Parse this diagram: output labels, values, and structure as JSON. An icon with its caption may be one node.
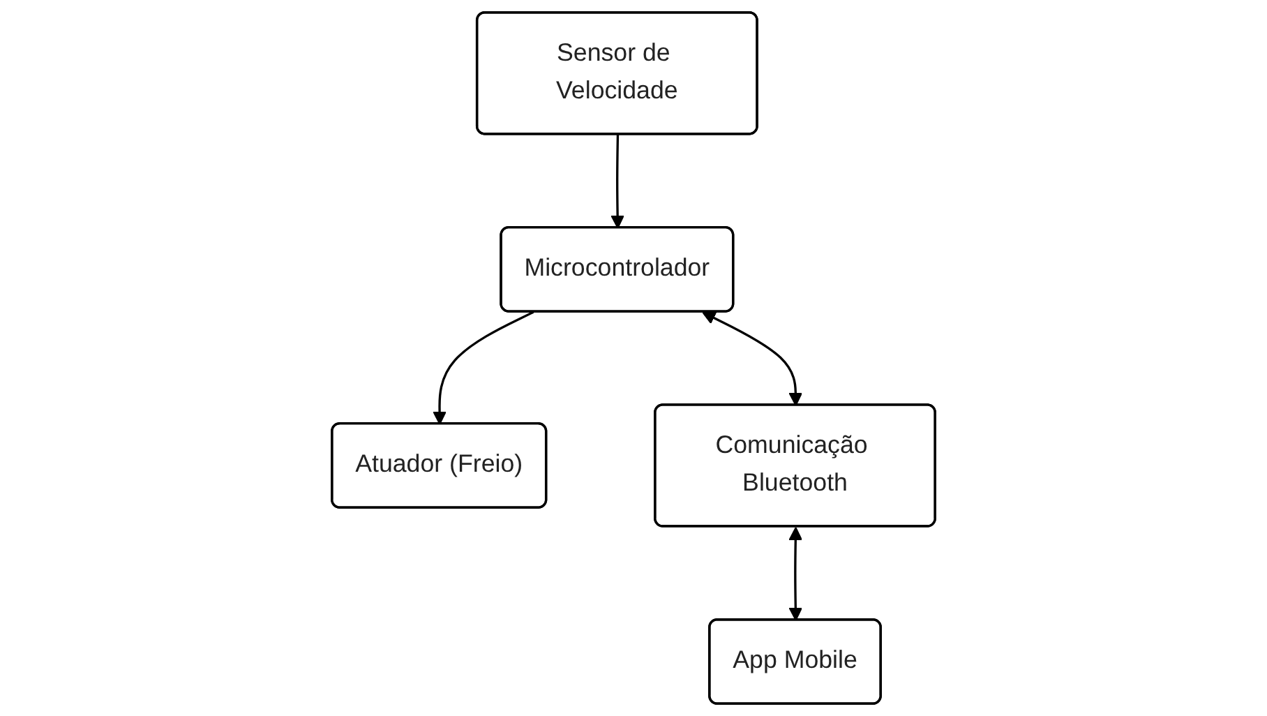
{
  "diagram": {
    "nodes": [
      {
        "text": [
          "Sensor de Velocidade"
        ]
      },
      {
        "text": [
          "Microcontrolador"
        ]
      },
      {
        "text": [
          "Atuador (Freio)"
        ]
      },
      {
        "text": [
          "Comunicação Bluetooth"
        ]
      },
      {
        "text": [
          "App Mobile"
        ]
      }
    ],
    "edges": [
      {
        "from": 0,
        "to": 1,
        "arrow": "to"
      },
      {
        "from": 1,
        "to": 2,
        "arrow": "to"
      },
      {
        "from": 1,
        "to": 3,
        "arrow": "both"
      },
      {
        "from": 3,
        "to": 4,
        "arrow": "both"
      }
    ]
  }
}
